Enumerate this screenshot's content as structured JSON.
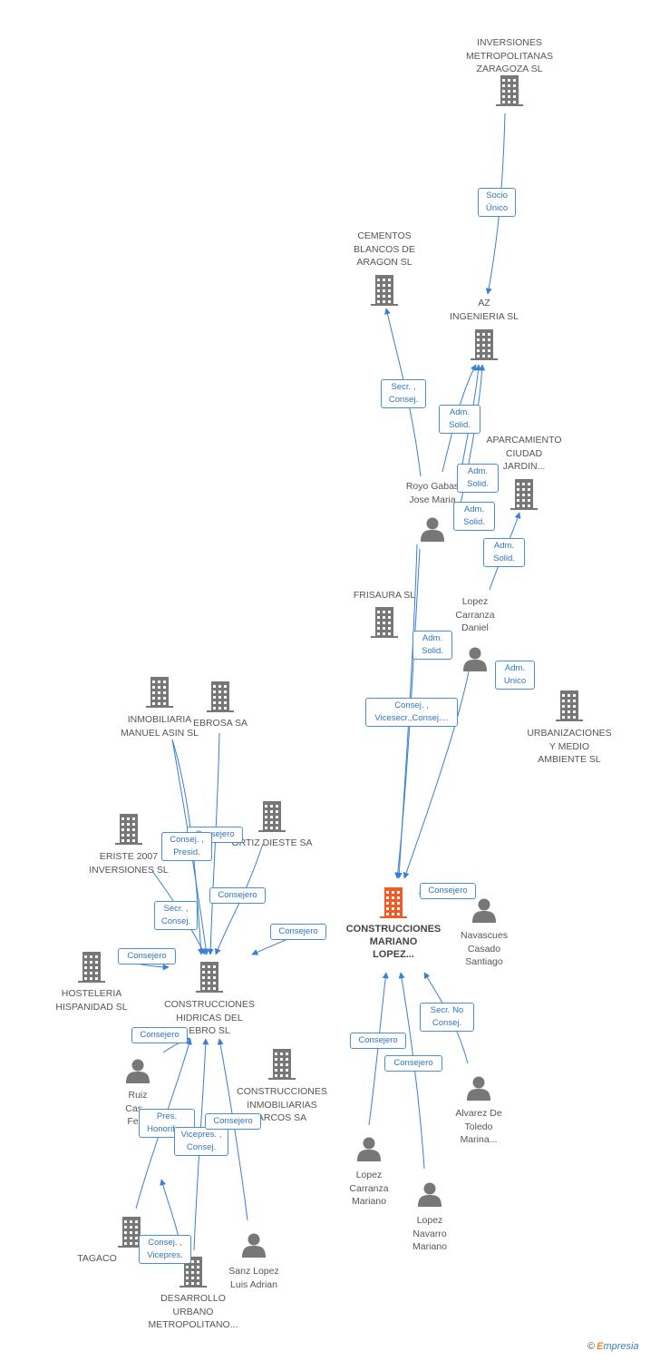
{
  "nodes": {
    "inversiones": {
      "label": "INVERSIONES\nMETROPOLITANAS\nZARAGOZA SL",
      "kind": "company"
    },
    "cementos": {
      "label": "CEMENTOS\nBLANCOS DE\nARAGON SL",
      "kind": "company"
    },
    "az": {
      "label": "AZ\nINGENIERIA SL",
      "kind": "company"
    },
    "aparcamiento": {
      "label": "APARCAMIENTO\nCIUDAD\nJARDIN...",
      "kind": "company"
    },
    "royo": {
      "label": "Royo Gabas\nJose Maria",
      "kind": "person"
    },
    "frisaura": {
      "label": "FRISAURA SL",
      "kind": "company"
    },
    "lopez_daniel": {
      "label": "Lopez\nCarranza\nDaniel",
      "kind": "person"
    },
    "urbanizaciones": {
      "label": "URBANIZACIONES\nY MEDIO\nAMBIENTE SL",
      "kind": "company"
    },
    "inmobiliaria_asin": {
      "label": "INMOBILIARIA\nMANUEL ASIN SL",
      "kind": "company"
    },
    "ebrosa": {
      "label": "EBROSA SA",
      "kind": "company"
    },
    "ortiz": {
      "label": "ORTIZ DIESTE SA",
      "kind": "company"
    },
    "eriste": {
      "label": "ERISTE 2007\nINVERSIONES SL",
      "kind": "company"
    },
    "construcciones_mariano": {
      "label": "CONSTRUCCIONES\nMARIANO\nLOPEZ...",
      "kind": "company-main"
    },
    "navascues": {
      "label": "Navascues\nCasado\nSantiago",
      "kind": "person"
    },
    "hosteleria": {
      "label": "HOSTELERIA\nHISPANIDAD SL",
      "kind": "company"
    },
    "construcciones_hidricas": {
      "label": "CONSTRUCCIONES\nHIDRICAS DEL\nEBRO SL",
      "kind": "company"
    },
    "ruiz": {
      "label": "Ruiz\nCas...\nFel...",
      "kind": "person"
    },
    "construcciones_inmob": {
      "label": "CONSTRUCCIONES\nINMOBILIARIAS\nARCOS SA",
      "kind": "company"
    },
    "alvarez": {
      "label": "Alvarez De\nToledo\nMarina...",
      "kind": "person"
    },
    "lopez_mariano": {
      "label": "Lopez\nCarranza\nMariano",
      "kind": "person"
    },
    "lopez_navarro": {
      "label": "Lopez\nNavarro\nMariano",
      "kind": "person"
    },
    "tagaco": {
      "label": "TAGACO",
      "kind": "company"
    },
    "sanz": {
      "label": "Sanz Lopez\nLuis Adrian",
      "kind": "person"
    },
    "desarrollo": {
      "label": "DESARROLLO\nURBANO\nMETROPOLITANO...",
      "kind": "company"
    }
  },
  "relations": [
    {
      "label": "Socio\nÚnico"
    },
    {
      "label": "Secr. ,\nConsej."
    },
    {
      "label": "Adm.\nSolid."
    },
    {
      "label": "Adm.\nSolid."
    },
    {
      "label": "Adm.\nSolid."
    },
    {
      "label": "Adm.\nSolid."
    },
    {
      "label": "Adm.\nSolid."
    },
    {
      "label": "Adm.\nUnico"
    },
    {
      "label": "Consej. ,\nVicesecr.,Consej...."
    },
    {
      "label": "Consej. ,\nPresid."
    },
    {
      "label": "Consejero"
    },
    {
      "label": "Consejero"
    },
    {
      "label": "Consej. ,\nPresid."
    },
    {
      "label": "Consejero"
    },
    {
      "label": "Secr. ,\nConsej."
    },
    {
      "label": "Consejero"
    },
    {
      "label": "Consejero"
    },
    {
      "label": "Consejero"
    },
    {
      "label": "Secr.  No\nConsej."
    },
    {
      "label": "Consejero"
    },
    {
      "label": "Pres.\nHonorif.,..."
    },
    {
      "label": "Vicepres. ,\nConsej."
    },
    {
      "label": "Consejero"
    },
    {
      "label": "Consejero"
    },
    {
      "label": "Consej. ,\nVicepres."
    }
  ],
  "colors": {
    "edge": "#3a7fd0",
    "company_icon": "#777777",
    "main_icon": "#f05a24",
    "person_icon": "#777777"
  },
  "footer": {
    "copyright": "©",
    "brand_first": "E",
    "brand_rest": "mpresia"
  }
}
